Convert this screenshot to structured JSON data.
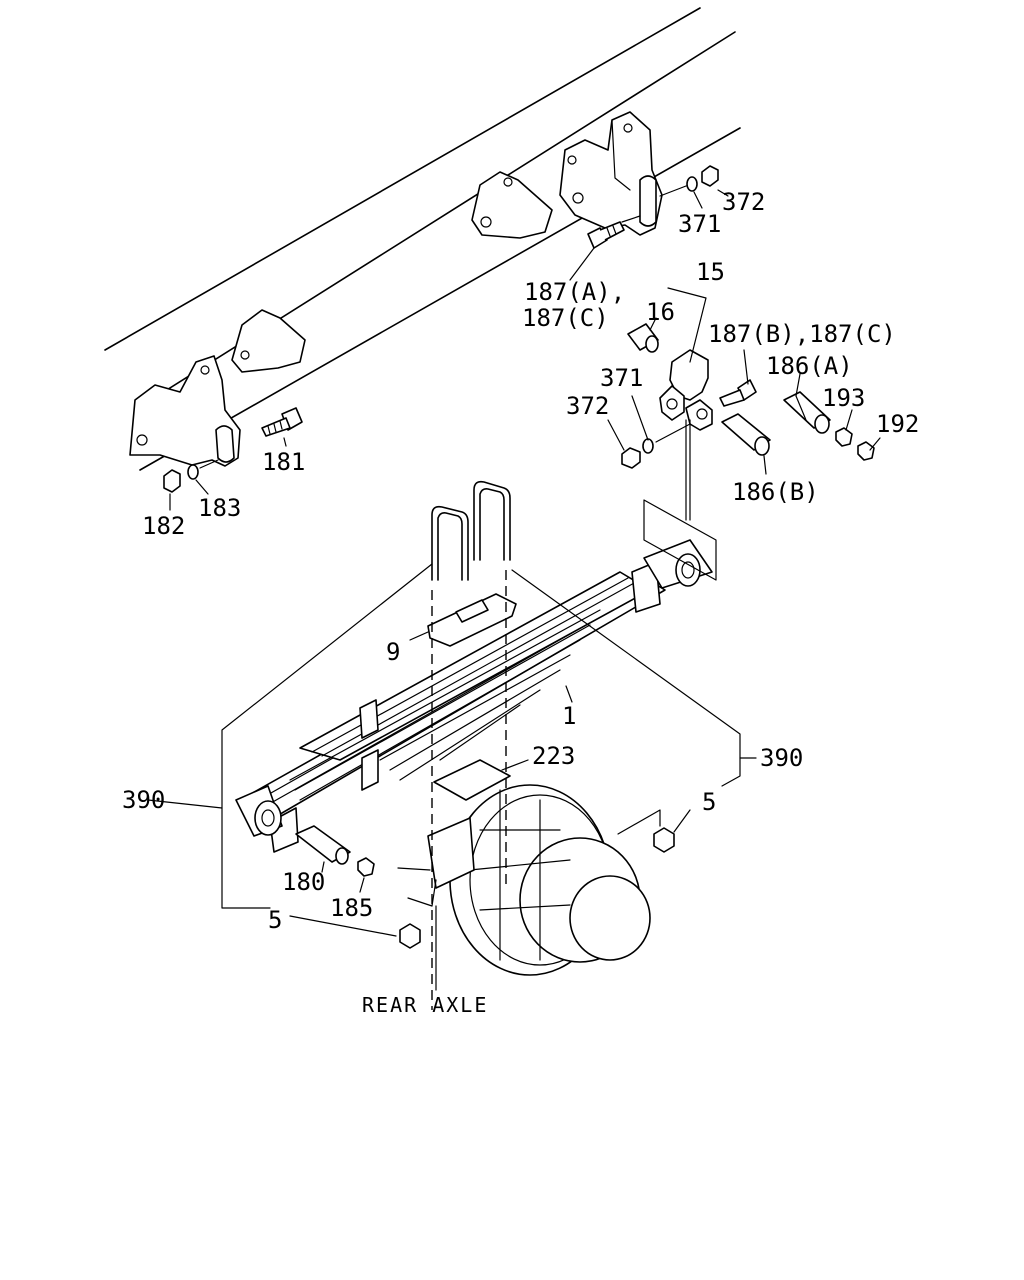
{
  "callouts": {
    "c372_top": "372",
    "c371_top": "371",
    "c187a_line1": "187(A),",
    "c187a_line2": "187(C)",
    "c15": "15",
    "c16": "16",
    "c187b": "187(B),187(C)",
    "c186a": "186(A)",
    "c371_mid": "371",
    "c372_mid": "372",
    "c193": "193",
    "c192": "192",
    "c186b": "186(B)",
    "c181": "181",
    "c182": "182",
    "c183": "183",
    "c9": "9",
    "c1": "1",
    "c390_right": "390",
    "c390_left": "390",
    "c223": "223",
    "c5_right": "5",
    "c180": "180",
    "c185": "185",
    "c5_left": "5",
    "rear_axle": "REAR AXLE"
  }
}
